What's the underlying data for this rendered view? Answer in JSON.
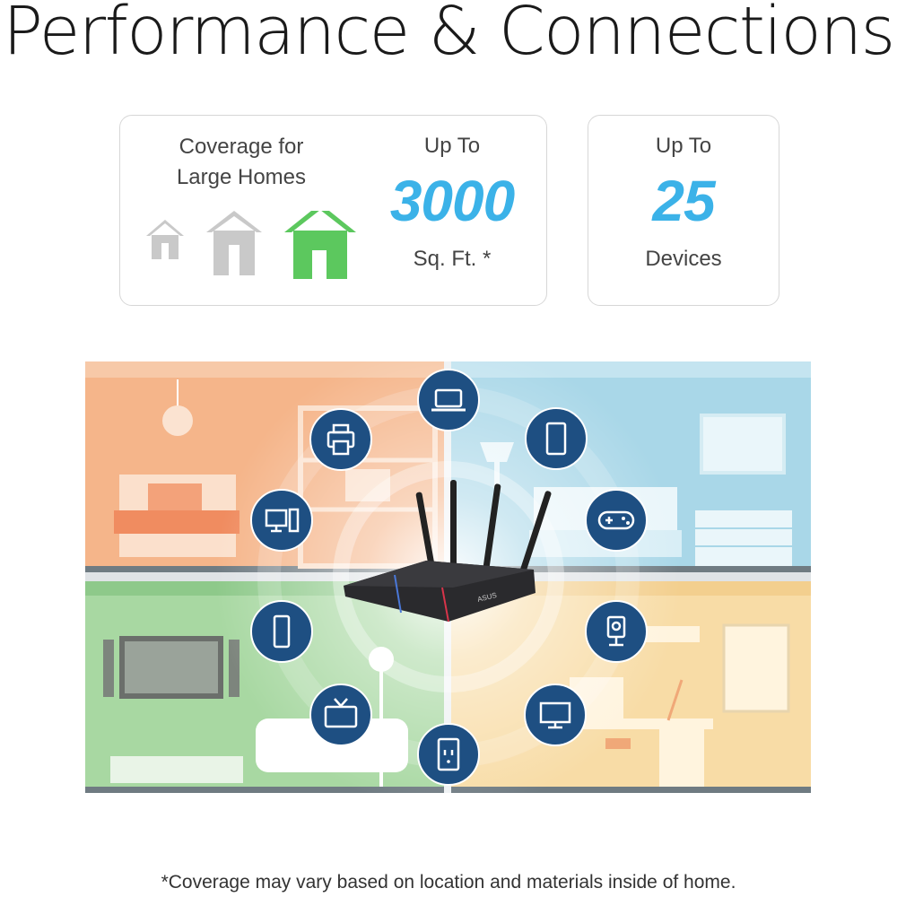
{
  "title": "Performance & Connections",
  "coverage": {
    "label_line1": "Coverage for",
    "label_line2": "Large Homes",
    "prefix": "Up To",
    "value": "3000",
    "unit": "Sq. Ft. *",
    "house_icons": [
      "house-small-icon",
      "house-medium-icon",
      "house-large-icon"
    ],
    "colors": {
      "inactive": "#c9c9c9",
      "active": "#5cc85e",
      "accent": "#3bb2e8"
    }
  },
  "devices": {
    "prefix": "Up To",
    "value": "25",
    "unit": "Devices"
  },
  "illustration": {
    "router_brand": "ASUS",
    "device_icons": [
      "printer-icon",
      "laptop-icon",
      "tablet-icon",
      "desktop-icon",
      "gamepad-icon",
      "phone-icon",
      "camera-icon",
      "tv-icon",
      "monitor-icon",
      "smart-plug-icon"
    ],
    "colors": {
      "badge": "#1e4f82",
      "room_orange": "#f2a878",
      "room_blue": "#a9d7e8",
      "room_green": "#9fd49a",
      "room_yellow": "#f7d59a"
    }
  },
  "footnote": "*Coverage may vary based on location and materials inside of home."
}
